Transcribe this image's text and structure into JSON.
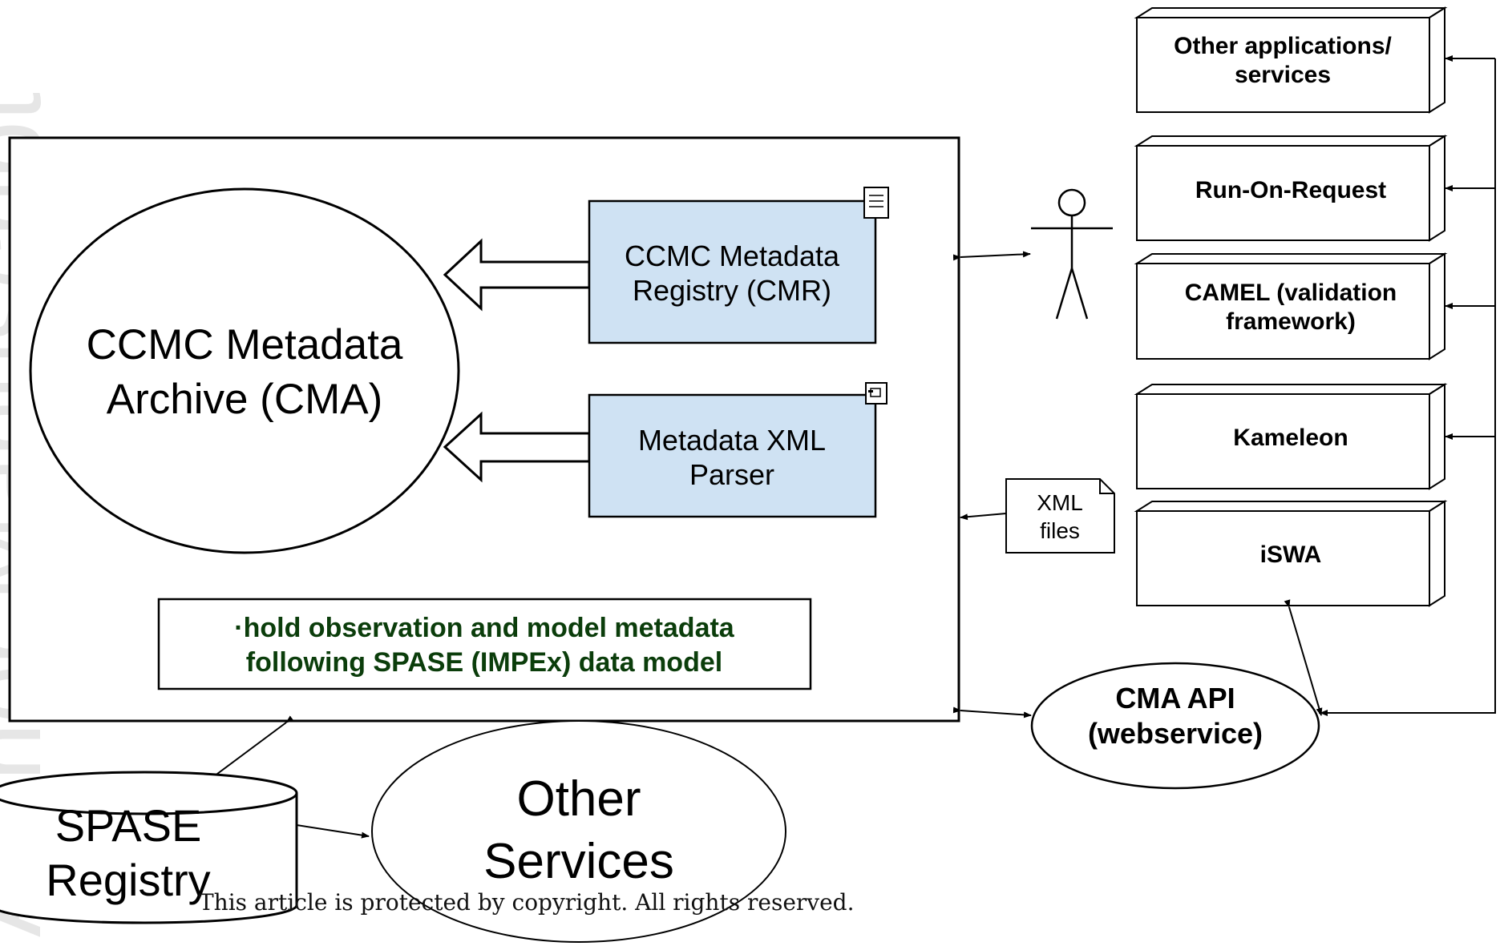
{
  "watermark": "Author Manuscript",
  "colors": {
    "component_fill": "#cfe2f3",
    "note_text": "#0b3d0b",
    "line": "#000000"
  },
  "nodes": {
    "cma": {
      "line1": "CCMC Metadata",
      "line2": "Archive (CMA)"
    },
    "cmr": {
      "line1": "CCMC Metadata",
      "line2": "Registry (CMR)"
    },
    "parser": {
      "line1": "Metadata XML",
      "line2": "Parser"
    },
    "note": {
      "line1": "·hold observation and model metadata",
      "line2": "following SPASE (IMPEx) data model"
    },
    "xml_files": {
      "line1": "XML",
      "line2": "files"
    },
    "api": {
      "line1": "CMA API",
      "line2": "(webservice)"
    },
    "spase": {
      "line1": "SPASE",
      "line2": "Registry"
    },
    "other_services": {
      "line1": "Other",
      "line2": "Services"
    },
    "apps": [
      {
        "line1": "Other applications/",
        "line2": "services"
      },
      {
        "line1": "Run-On-Request",
        "line2": ""
      },
      {
        "line1": "CAMEL (validation",
        "line2": "framework)"
      },
      {
        "line1": "Kameleon",
        "line2": ""
      },
      {
        "line1": "iSWA",
        "line2": ""
      }
    ]
  },
  "icons": {
    "cmr_icon": "document-icon",
    "parser_icon": "component-icon",
    "user": "actor-icon"
  },
  "copyright": "This article is protected by copyright. All rights reserved."
}
